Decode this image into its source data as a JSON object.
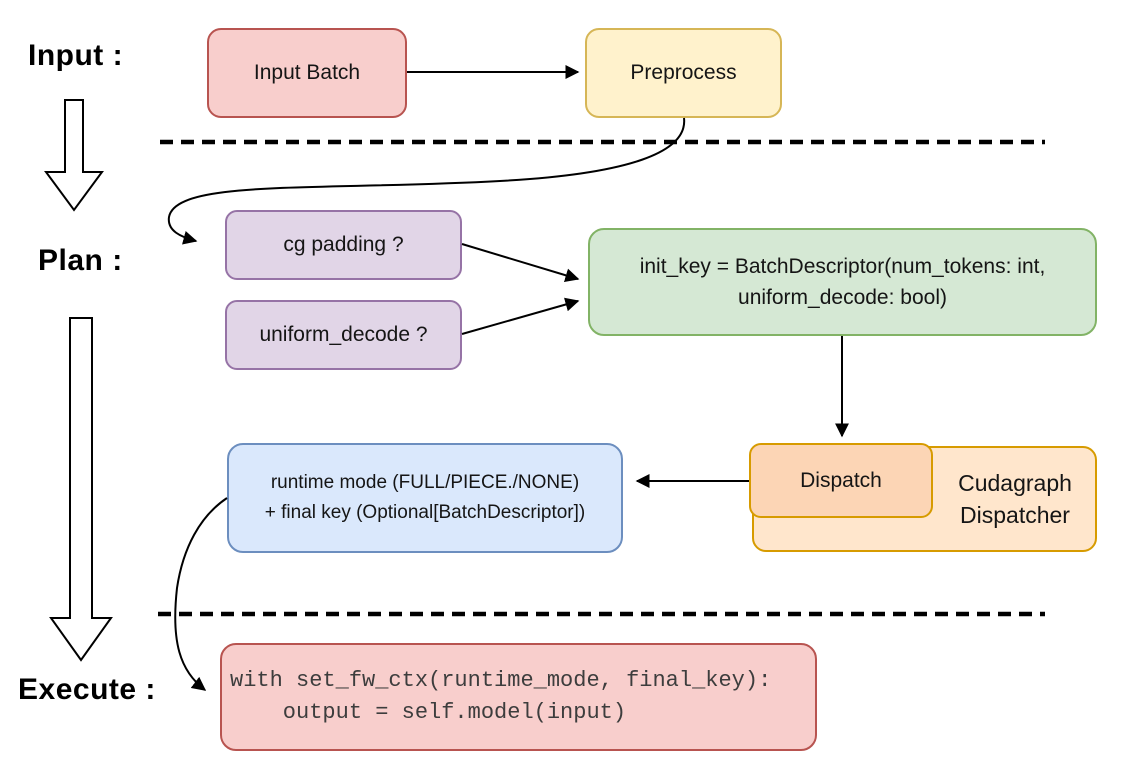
{
  "sections": {
    "input": "Input :",
    "plan": "Plan :",
    "execute": "Execute :"
  },
  "nodes": {
    "input_batch": {
      "label": "Input Batch"
    },
    "preprocess": {
      "label": "Preprocess"
    },
    "cg_padding": {
      "label": "cg padding ?"
    },
    "uniform_decode": {
      "label": "uniform_decode ?"
    },
    "init_key": {
      "line1": "init_key = BatchDescriptor(num_tokens: int,",
      "line2": "uniform_decode: bool)"
    },
    "dispatch": {
      "label": "Dispatch"
    },
    "cudagraph_dispatcher": {
      "label": "Cudagraph Dispatcher"
    },
    "runtime_result": {
      "line1": "runtime mode (FULL/PIECE./NONE)",
      "line2": "+ final key (Optional[BatchDescriptor])"
    },
    "execute_code": {
      "line1": "with set_fw_ctx(runtime_mode, final_key):",
      "line2": "    output = self.model(input)"
    }
  },
  "colors": {
    "pink_fill": "#f8cecc",
    "pink_stroke": "#b85450",
    "yellow_fill": "#fff2cc",
    "yellow_stroke": "#d6b656",
    "purple_fill": "#e1d5e7",
    "purple_stroke": "#9673a6",
    "green_fill": "#d5e8d4",
    "green_stroke": "#82b366",
    "blue_fill": "#dae8fc",
    "blue_stroke": "#6c8ebf",
    "orange_fill": "#ffe6cc",
    "orange_stroke": "#d79b00",
    "peach_fill": "#fcd5b5",
    "arrow_color": "#000000"
  }
}
